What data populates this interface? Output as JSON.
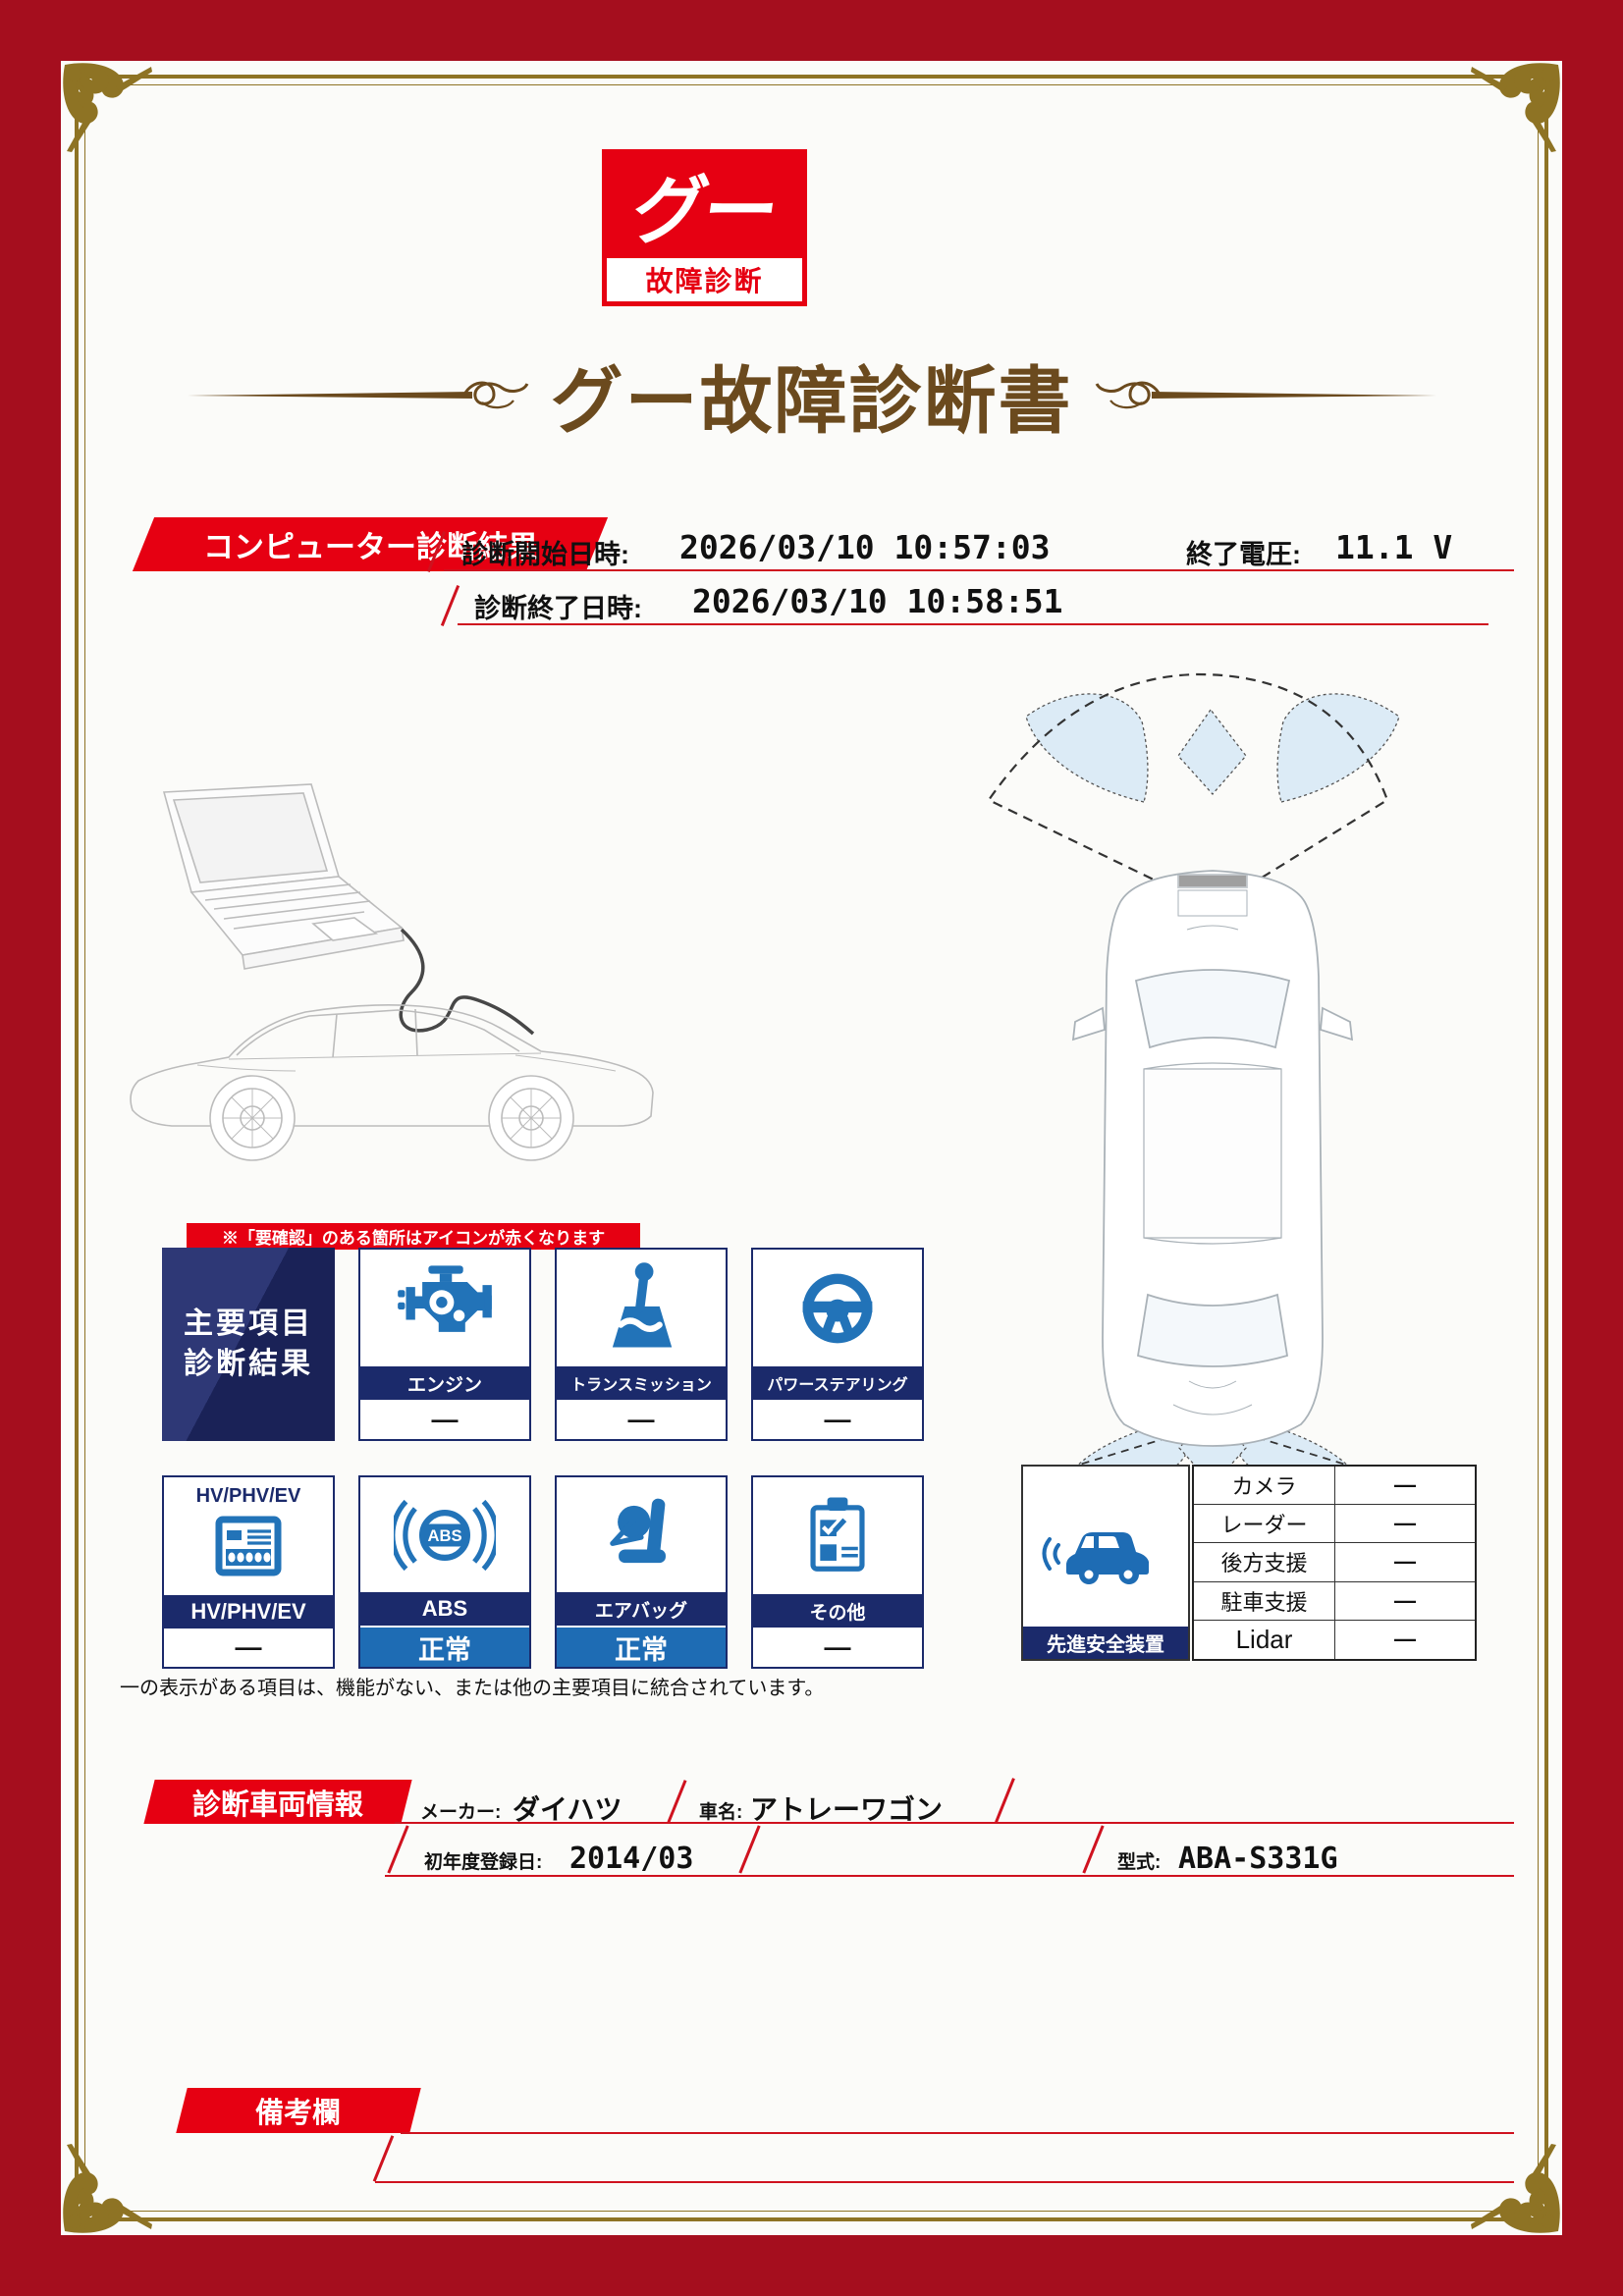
{
  "logo": {
    "mark": "グー",
    "label": "故障診断"
  },
  "title": "グー故障診断書",
  "diagnosis": {
    "section_title": "コンピューター診断結果",
    "start_label": "診断開始日時:",
    "start_value": "2026/03/10 10:57:03",
    "voltage_label": "終了電圧:",
    "voltage_value": "11.1 V",
    "end_label": "診断終了日時:",
    "end_value": "2026/03/10 10:58:51"
  },
  "notice_bar": "※「要確認」のある箇所はアイコンが赤くなります",
  "grid": {
    "header_line1": "主要項目",
    "header_line2": "診断結果",
    "items": [
      {
        "label": "エンジン",
        "status": "—"
      },
      {
        "label": "トランスミッション",
        "status": "—"
      },
      {
        "label": "パワーステアリング",
        "status": "—"
      },
      {
        "label": "HV/PHV/EV",
        "status": "—",
        "icon_text": "HV/PHV/EV"
      },
      {
        "label": "ABS",
        "status": "正常",
        "icon_text": "ABS"
      },
      {
        "label": "エアバッグ",
        "status": "正常"
      },
      {
        "label": "その他",
        "status": "—"
      }
    ],
    "footnote": "一の表示がある項目は、機能がない、または他の主要項目に統合されています。"
  },
  "safety": {
    "caption": "先進安全装置",
    "rows": [
      [
        "カメラ",
        "—"
      ],
      [
        "レーダー",
        "—"
      ],
      [
        "後方支援",
        "—"
      ],
      [
        "駐車支援",
        "—"
      ],
      [
        "Lidar",
        "—"
      ]
    ]
  },
  "vehicle": {
    "section_title": "診断車両情報",
    "maker_label": "メーカー:",
    "maker": "ダイハツ",
    "name_label": "車名:",
    "name": "アトレーワゴン",
    "reg_label": "初年度登録日:",
    "reg": "2014/03",
    "model_label": "型式:",
    "model": "ABA-S331G"
  },
  "remarks": {
    "section_title": "備考欄"
  },
  "colors": {
    "frame_red": "#a50e1e",
    "accent_red": "#e60012",
    "line_red": "#cf121f",
    "navy": "#1b2a6b",
    "status_blue": "#1e6cb4",
    "icon_blue": "#2273b8",
    "title_brown": "#6b4a1e",
    "gold": "#8e7324"
  }
}
